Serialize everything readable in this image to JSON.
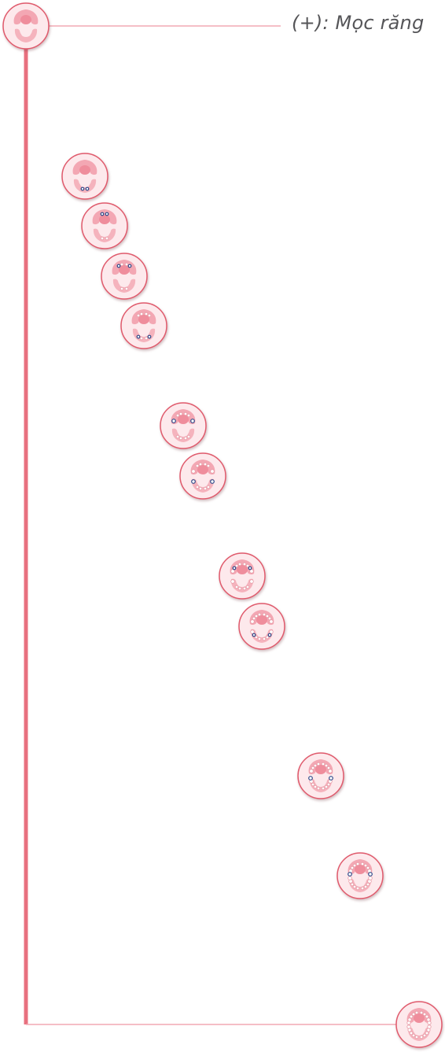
{
  "legend": {
    "label": "(+): Mọc răng",
    "icon": "tooth-eruption-icon"
  },
  "colors": {
    "timeline": "#e8707f",
    "guide": "#f2a9b3",
    "circle_fill": "#fde9ec",
    "circle_stroke": "#e05a6c",
    "gum": "#f3a7b3",
    "palate": "#ef8d9c",
    "tooth": "#ffffff",
    "tooth_outline": "#e79aa6",
    "highlight": "#2e4a8a"
  },
  "stages": [
    {
      "name": "stage-1-lower-central-incisors",
      "icon": "lower-central-incisors-icon",
      "teeth": [
        "L1",
        "R1"
      ],
      "jaw": "lower"
    },
    {
      "name": "stage-2-upper-central-incisors",
      "icon": "upper-central-incisors-icon",
      "teeth": [
        "L1",
        "R1"
      ],
      "jaw": "upper"
    },
    {
      "name": "stage-3-upper-lateral-incisors",
      "icon": "upper-lateral-incisors-icon",
      "teeth": [
        "L2",
        "R2"
      ],
      "jaw": "upper"
    },
    {
      "name": "stage-4-lower-lateral-incisors",
      "icon": "lower-lateral-incisors-icon",
      "teeth": [
        "L2",
        "R2"
      ],
      "jaw": "lower"
    },
    {
      "name": "stage-5-upper-first-molars",
      "icon": "upper-first-molars-icon",
      "teeth": [
        "L4",
        "R4"
      ],
      "jaw": "upper"
    },
    {
      "name": "stage-6-lower-first-molars",
      "icon": "lower-first-molars-icon",
      "teeth": [
        "L4",
        "R4"
      ],
      "jaw": "lower"
    },
    {
      "name": "stage-7-upper-canines",
      "icon": "upper-canines-icon",
      "teeth": [
        "L3",
        "R3"
      ],
      "jaw": "upper"
    },
    {
      "name": "stage-8-lower-canines",
      "icon": "lower-canines-icon",
      "teeth": [
        "L3",
        "R3"
      ],
      "jaw": "lower"
    },
    {
      "name": "stage-9-lower-second-molars",
      "icon": "lower-second-molars-icon",
      "teeth": [
        "L5",
        "R5"
      ],
      "jaw": "lower"
    },
    {
      "name": "stage-10-upper-second-molars",
      "icon": "upper-second-molars-icon",
      "teeth": [
        "L5",
        "R5"
      ],
      "jaw": "upper"
    },
    {
      "name": "stage-11-full-set",
      "icon": "full-primary-dentition-icon",
      "teeth": [],
      "jaw": "none"
    }
  ]
}
